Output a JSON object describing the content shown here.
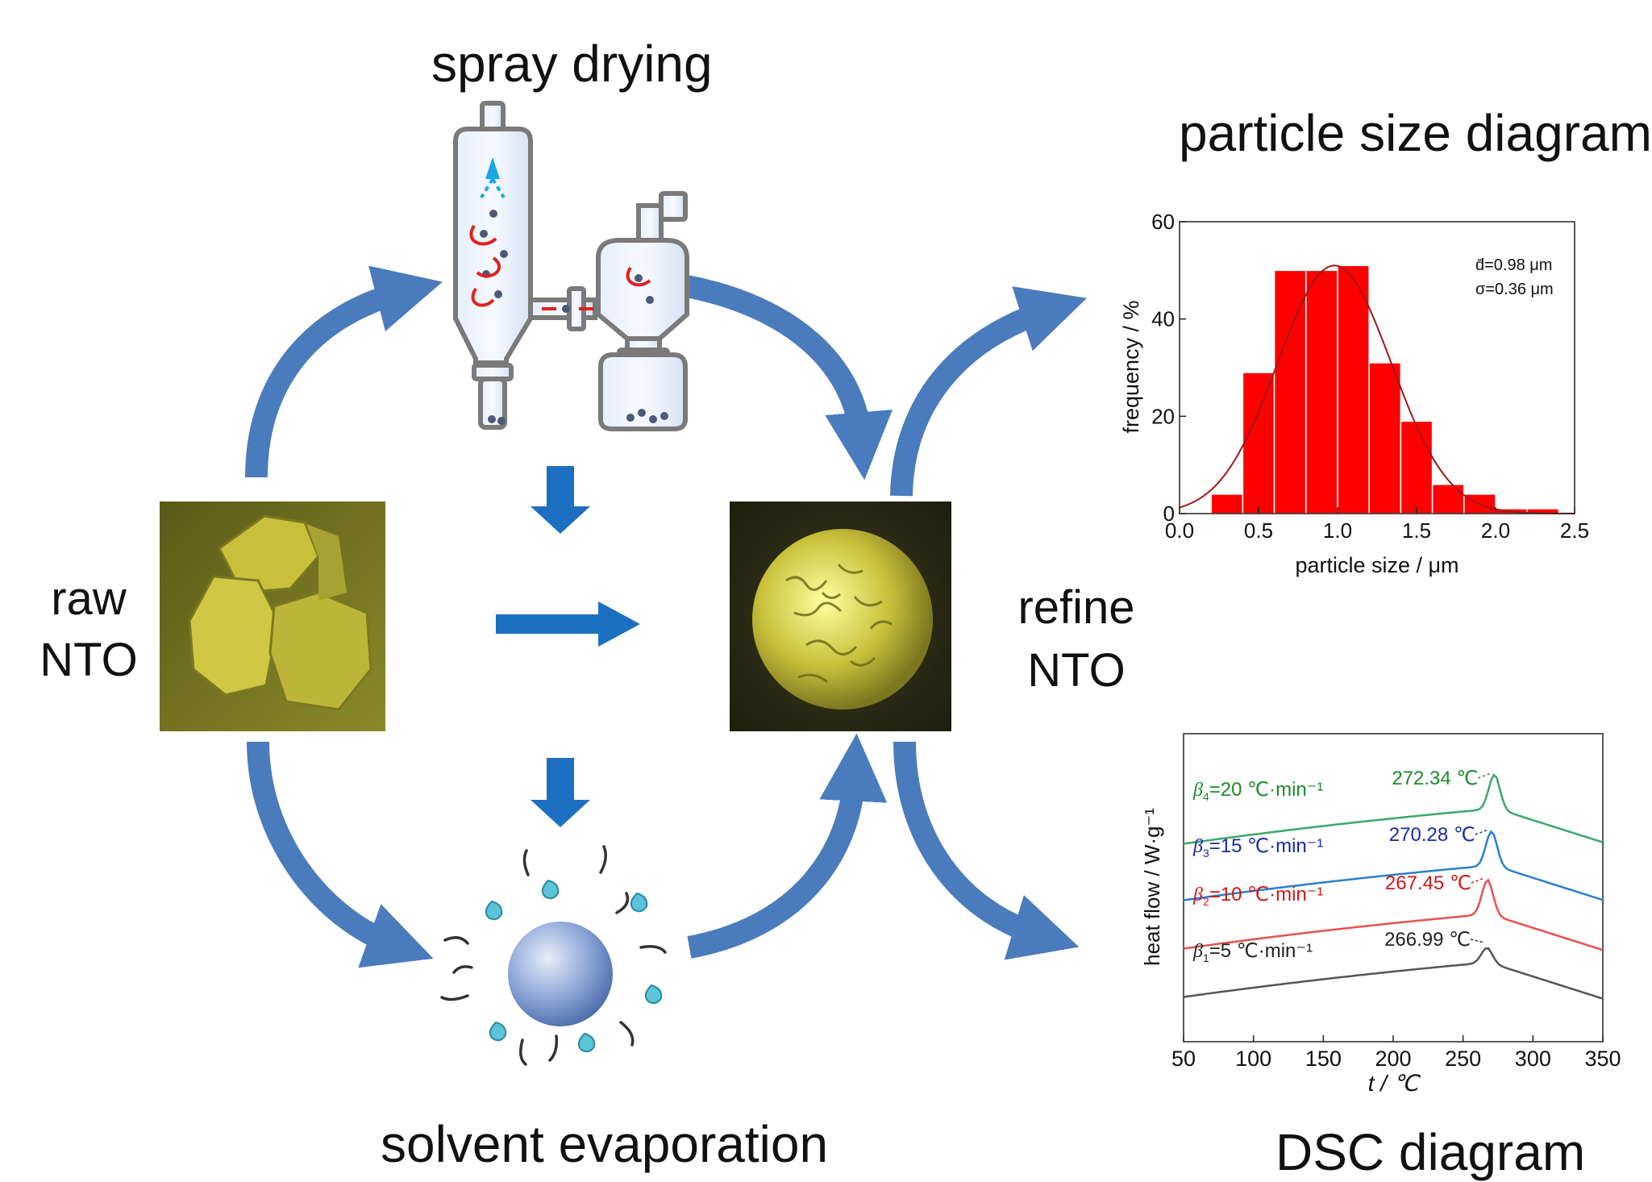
{
  "labels": {
    "spray_drying": "spray drying",
    "solvent_evaporation": "solvent evaporation",
    "raw_line1": "raw",
    "raw_line2": "NTO",
    "refine_line1": "refine",
    "refine_line2": "NTO",
    "particle_title": "particle size diagram",
    "dsc_title": "DSC diagram"
  },
  "colors": {
    "arrow_big": "#4a7bbd",
    "arrow_small": "#1c6fc1",
    "crystal": "#c8c03a",
    "sem_bg": "#2a2a14",
    "hist_bar": "#ff0000",
    "fit_curve": "#a01818"
  },
  "chart_data": [
    {
      "type": "bar",
      "title": "particle size diagram",
      "xlabel": "particle size / μm",
      "ylabel": "frequency / %",
      "xlim": [
        0.0,
        2.5
      ],
      "ylim": [
        0,
        60
      ],
      "xticks": [
        "0.0",
        "0.5",
        "1.0",
        "1.5",
        "2.0",
        "2.5"
      ],
      "yticks": [
        "0",
        "20",
        "40",
        "60"
      ],
      "bin_width": 0.2,
      "bin_centers": [
        0.3,
        0.5,
        0.7,
        0.9,
        1.1,
        1.3,
        1.5,
        1.7,
        1.9,
        2.1,
        2.3
      ],
      "values": [
        4,
        29,
        50,
        50,
        51,
        31,
        19,
        6,
        4,
        1,
        1
      ],
      "fit": {
        "mean": 0.98,
        "sigma": 0.36,
        "peak": 51
      },
      "annotations": [
        "d̄=0.98 μm",
        "σ=0.36 μm"
      ]
    },
    {
      "type": "line",
      "title": "DSC diagram",
      "xlabel": "t / ℃",
      "ylabel": "heat flow / W·g⁻¹",
      "xlim": [
        50,
        350
      ],
      "xticks": [
        "50",
        "100",
        "150",
        "200",
        "250",
        "300",
        "350"
      ],
      "series": [
        {
          "name": "β4=20 ℃·min⁻¹",
          "sub": "4",
          "rate": "=20 ℃·min⁻¹",
          "peak": "272.34 ℃",
          "peak_x": 272.34,
          "color": "#3aa86b",
          "label_color": "#1a8a2a"
        },
        {
          "name": "β3=15 ℃·min⁻¹",
          "sub": "3",
          "rate": "=15 ℃·min⁻¹",
          "peak": "270.28 ℃",
          "peak_x": 270.28,
          "color": "#2a7fd0",
          "label_color": "#1a2aa8"
        },
        {
          "name": "β2=10 ℃·min⁻¹",
          "sub": "2",
          "rate": "=10 ℃·min⁻¹",
          "peak": "267.45 ℃",
          "peak_x": 267.45,
          "color": "#e85050",
          "label_color": "#d01818"
        },
        {
          "name": "β1=5 ℃·min⁻¹",
          "sub": "1",
          "rate": "=5 ℃·min⁻¹",
          "peak": "266.99 ℃",
          "peak_x": 266.99,
          "color": "#555555",
          "label_color": "#222222"
        }
      ]
    }
  ]
}
